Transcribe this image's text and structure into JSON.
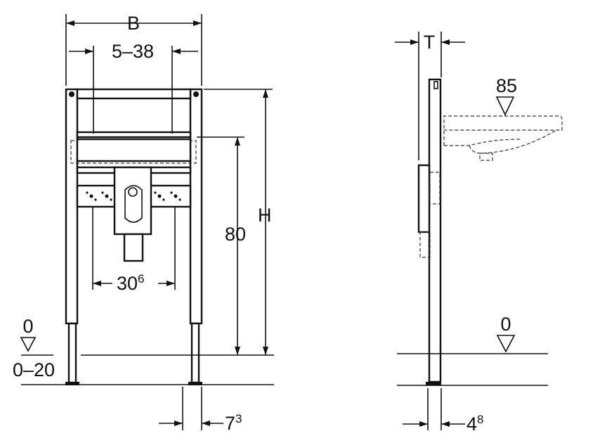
{
  "front_view": {
    "width_label": "B",
    "spacing_label": "5–38",
    "height_label": "H",
    "height_80_label": "80",
    "drain_spacing": {
      "base": "30",
      "sup": "6"
    },
    "floor_level_label": "0",
    "floor_range_label": "0–20",
    "foot_width": {
      "base": "7",
      "sup": "3"
    }
  },
  "side_view": {
    "depth_label": "T",
    "basin_height_label": "85",
    "floor_level_label": "0",
    "foot_depth": {
      "base": "4",
      "sup": "8"
    }
  }
}
